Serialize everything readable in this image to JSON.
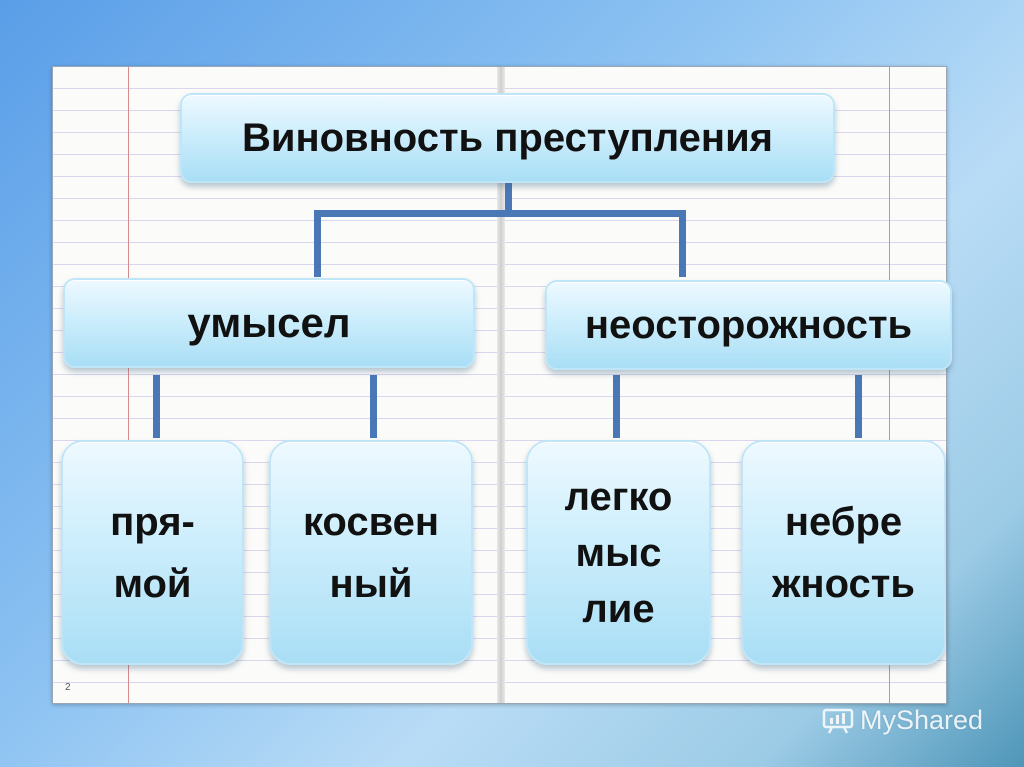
{
  "diagram": {
    "root": "Виновность преступления",
    "branches": [
      {
        "label": "умысел",
        "children": [
          [
            "пря-",
            "мой"
          ],
          [
            "косвен",
            "ный"
          ]
        ]
      },
      {
        "label": "неосторожность",
        "children": [
          [
            "легко",
            "мыс",
            "лие"
          ],
          [
            "небре",
            "жность"
          ]
        ]
      }
    ]
  },
  "page_number": "2",
  "watermark": "MyShared"
}
